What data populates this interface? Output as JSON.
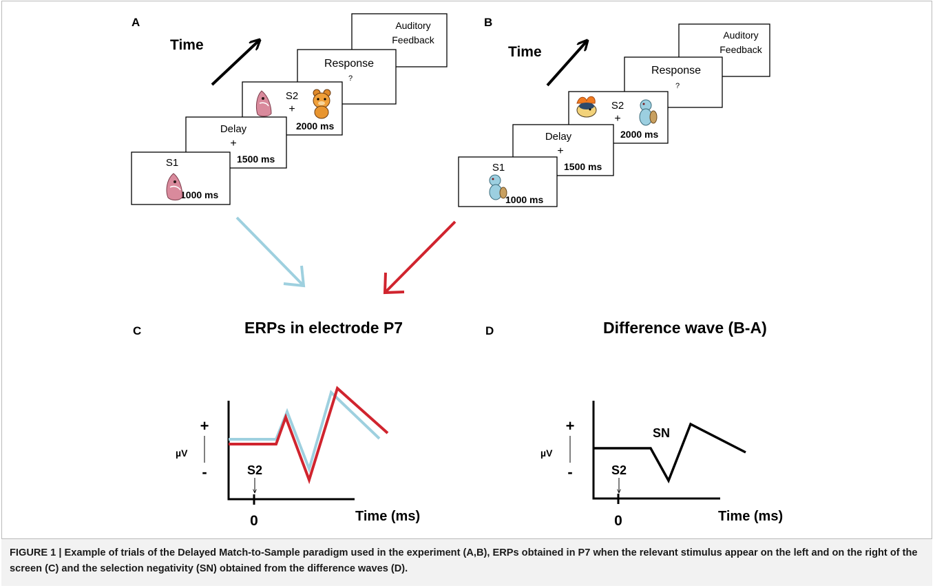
{
  "panels": {
    "A": {
      "letter": "A",
      "time_label": "Time",
      "s1": {
        "title": "S1",
        "duration": "1000 ms"
      },
      "delay": {
        "title": "Delay",
        "fixation": "+",
        "duration": "1500 ms"
      },
      "s2": {
        "title": "S2",
        "fixation": "+",
        "duration": "2000 ms"
      },
      "response": {
        "title": "Response",
        "prompt": "?"
      },
      "feedback": {
        "line1": "Auditory",
        "line2": "Feedback"
      }
    },
    "B": {
      "letter": "B",
      "time_label": "Time",
      "s1": {
        "title": "S1",
        "duration": "1000 ms"
      },
      "delay": {
        "title": "Delay",
        "fixation": "+",
        "duration": "1500 ms"
      },
      "s2": {
        "title": "S2",
        "fixation": "+",
        "duration": "2000 ms"
      },
      "response": {
        "title": "Response",
        "prompt": "?"
      },
      "feedback": {
        "line1": "Auditory",
        "line2": "Feedback"
      }
    },
    "C": {
      "letter": "C",
      "title": "ERPs in electrode P7",
      "plus": "+",
      "unit": "µV",
      "minus": "-",
      "marker": "S2",
      "zero": "0",
      "xlabel": "Time (ms)"
    },
    "D": {
      "letter": "D",
      "title": "Difference wave (B-A)",
      "plus": "+",
      "unit": "µV",
      "minus": "-",
      "marker": "S2",
      "zero": "0",
      "xlabel": "Time (ms)",
      "component": "SN"
    }
  },
  "colors": {
    "light_blue": "#9ed0df",
    "red": "#d0242e",
    "black": "#000000"
  },
  "caption": "FIGURE 1 | Example of trials of the Delayed Match-to-Sample paradigm used in the experiment (A,B), ERPs obtained in P7 when the relevant stimulus appear on the left and on the right of the screen (C) and the selection negativity (SN) obtained from the difference waves (D)."
}
